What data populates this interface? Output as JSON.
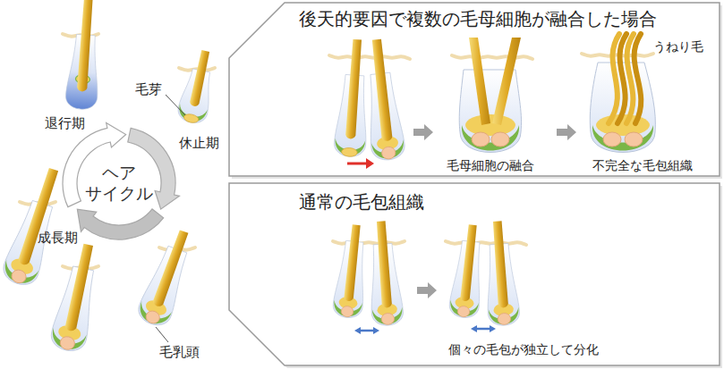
{
  "diagram": {
    "nodes": [
      {
        "text": [
          "ヘア サイクル"
        ]
      },
      {
        "text": [
          "後天的要因で複数の毛母細胞が融合した場合"
        ]
      },
      {
        "text": [
          "通常の毛包組織"
        ]
      }
    ],
    "labels": [
      "退行期",
      "毛芽",
      "休止期",
      "成長期",
      "毛乳頭",
      "うねり毛",
      "毛母細胞の融合",
      "不完全な毛包組織",
      "個々の毛包が独立して分化"
    ]
  }
}
